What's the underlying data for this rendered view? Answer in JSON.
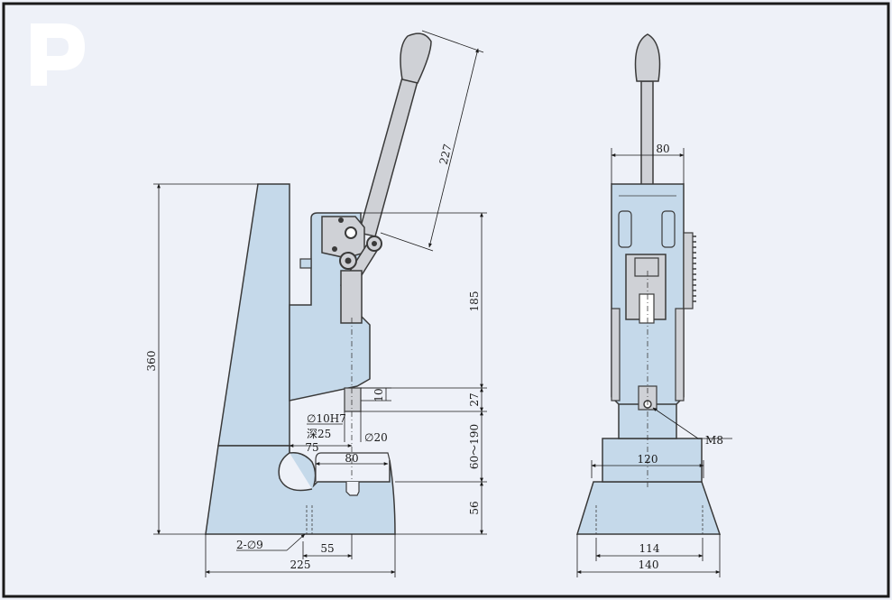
{
  "colors": {
    "background": "#eef1f8",
    "frame": "#1a1a1a",
    "body_fill": "#c5d9ea",
    "metal_fill": "#cfd1d6",
    "line": "#3a3a3a",
    "logo": "#ffffff"
  },
  "logo": {
    "text": "P"
  },
  "side_view": {
    "dimensions": {
      "overall_height": "360",
      "handle_length": "227",
      "stroke": "185",
      "ram_extension": "27",
      "ram_slot_depth": "10",
      "ram_bore": "∅10H7",
      "ram_bore_depth": "深25",
      "ram_diameter": "∅20",
      "throat_depth": "75",
      "table_width": "80",
      "daylight": "60～190",
      "table_height": "56",
      "mounting_holes": "2-∅9",
      "hole_offset": "55",
      "base_length": "225"
    }
  },
  "front_view": {
    "dimensions": {
      "head_width": "80",
      "ram_thread": "M8",
      "column_width": "120",
      "hole_spacing": "114",
      "base_width": "140"
    }
  }
}
